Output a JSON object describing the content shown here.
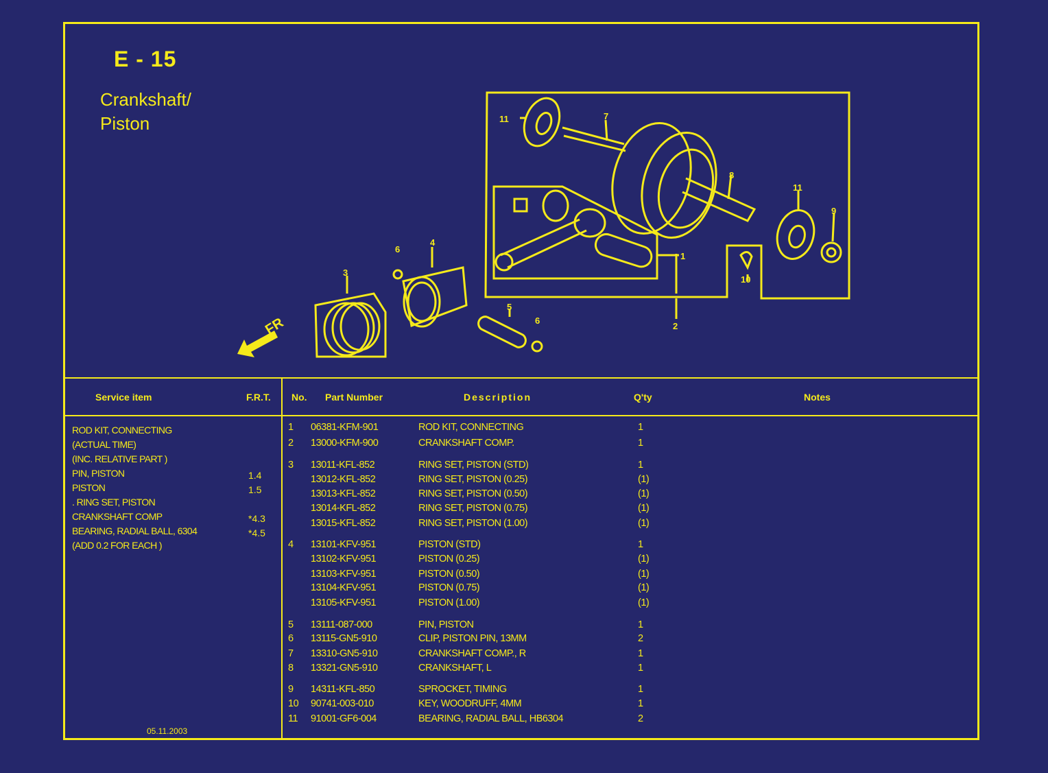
{
  "header": {
    "code": "E - 15",
    "title_line1": "Crankshaft/",
    "title_line2": "Piston"
  },
  "diagram": {
    "direction_label": "FR",
    "callouts": [
      "11",
      "7",
      "8",
      "11",
      "9",
      "1",
      "10",
      "2",
      "3",
      "6",
      "4",
      "5",
      "6"
    ]
  },
  "table_headers": {
    "service_item": "Service item",
    "frt": "F.R.T.",
    "no": "No.",
    "part_number": "Part Number",
    "description": "Description",
    "qty": "Q'ty",
    "notes": "Notes"
  },
  "service_items": [
    {
      "text": "ROD KIT, CONNECTING",
      "frt": ""
    },
    {
      "text": "(ACTUAL TIME)",
      "frt": ""
    },
    {
      "text": "(INC. RELATIVE PART )",
      "frt": ""
    },
    {
      "text": "PIN, PISTON",
      "frt": "1.4"
    },
    {
      "text": "PISTON",
      "frt": "1.5"
    },
    {
      "text": ". RING SET, PISTON",
      "frt": ""
    },
    {
      "text": "CRANKSHAFT COMP",
      "frt": "*4.3"
    },
    {
      "text": "BEARING, RADIAL BALL, 6304",
      "frt": "*4.5"
    },
    {
      "text": "(ADD 0.2 FOR EACH )",
      "frt": ""
    }
  ],
  "parts": [
    {
      "no": "1",
      "part_number": "06381-KFM-901",
      "description": "ROD KIT, CONNECTING",
      "qty": "1"
    },
    {
      "no": "2",
      "part_number": "13000-KFM-900",
      "description": "CRANKSHAFT COMP.",
      "qty": "1"
    },
    {
      "no": "3",
      "part_number": "13011-KFL-852",
      "description": "RING SET, PISTON (STD)",
      "qty": "1"
    },
    {
      "no": "",
      "part_number": "13012-KFL-852",
      "description": "RING SET, PISTON (0.25)",
      "qty": "(1)"
    },
    {
      "no": "",
      "part_number": "13013-KFL-852",
      "description": "RING SET, PISTON (0.50)",
      "qty": "(1)"
    },
    {
      "no": "",
      "part_number": "13014-KFL-852",
      "description": "RING SET, PISTON (0.75)",
      "qty": "(1)"
    },
    {
      "no": "",
      "part_number": "13015-KFL-852",
      "description": "RING SET, PISTON (1.00)",
      "qty": "(1)"
    },
    {
      "no": "4",
      "part_number": "13101-KFV-951",
      "description": "PISTON (STD)",
      "qty": "1"
    },
    {
      "no": "",
      "part_number": "13102-KFV-951",
      "description": "PISTON (0.25)",
      "qty": "(1)"
    },
    {
      "no": "",
      "part_number": "13103-KFV-951",
      "description": "PISTON (0.50)",
      "qty": "(1)"
    },
    {
      "no": "",
      "part_number": "13104-KFV-951",
      "description": "PISTON (0.75)",
      "qty": "(1)"
    },
    {
      "no": "",
      "part_number": "13105-KFV-951",
      "description": "PISTON (1.00)",
      "qty": "(1)"
    },
    {
      "no": "5",
      "part_number": "13111-087-000",
      "description": "PIN, PISTON",
      "qty": "1"
    },
    {
      "no": "6",
      "part_number": "13115-GN5-910",
      "description": "CLIP, PISTON PIN, 13MM",
      "qty": "2"
    },
    {
      "no": "7",
      "part_number": "13310-GN5-910",
      "description": "CRANKSHAFT COMP., R",
      "qty": "1"
    },
    {
      "no": "8",
      "part_number": "13321-GN5-910",
      "description": "CRANKSHAFT, L",
      "qty": "1"
    },
    {
      "no": "9",
      "part_number": "14311-KFL-850",
      "description": "SPROCKET, TIMING",
      "qty": "1"
    },
    {
      "no": "10",
      "part_number": "90741-003-010",
      "description": "KEY, WOODRUFF, 4MM",
      "qty": "1"
    },
    {
      "no": "11",
      "part_number": "91001-GF6-004",
      "description": "BEARING, RADIAL BALL, HB6304",
      "qty": "2"
    }
  ],
  "footer": {
    "date": "05.11.2003"
  },
  "colors": {
    "background": "#25276b",
    "ink": "#f5ea1a"
  }
}
